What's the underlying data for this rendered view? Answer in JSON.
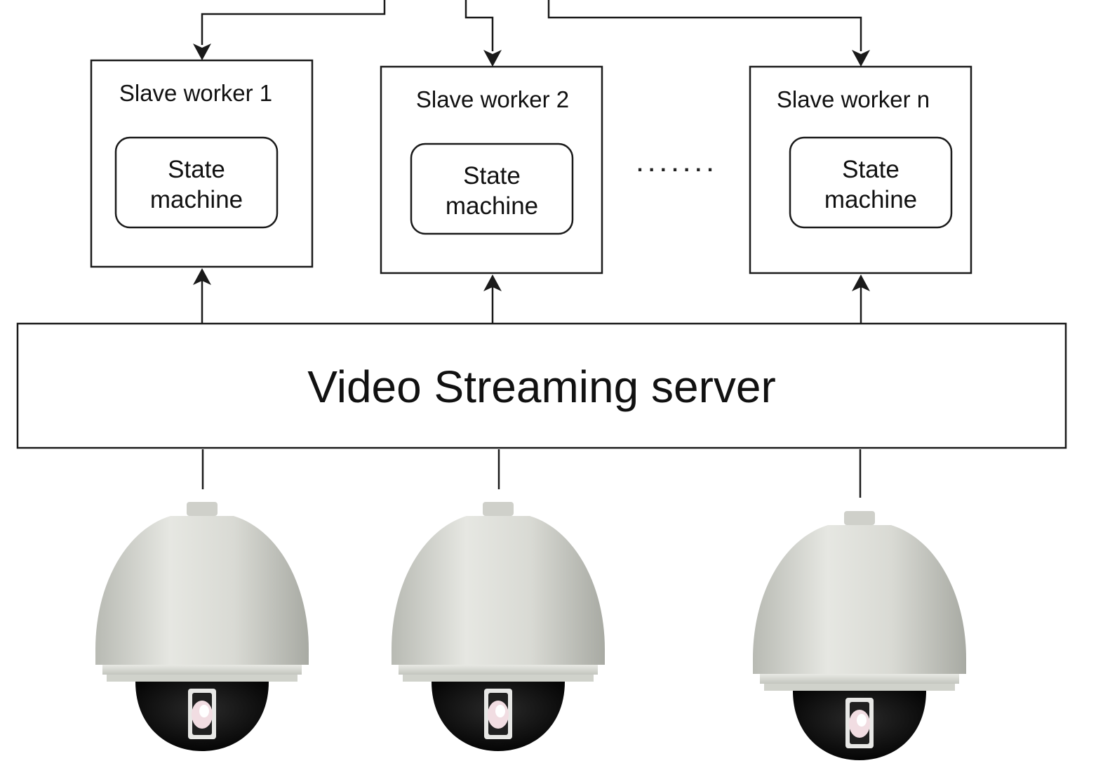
{
  "workers": [
    {
      "title": "Slave worker 1",
      "sm_line1": "State",
      "sm_line2": "machine"
    },
    {
      "title": "Slave worker 2",
      "sm_line1": "State",
      "sm_line2": "machine"
    },
    {
      "title": "Slave worker n",
      "sm_line1": "State",
      "sm_line2": "machine"
    }
  ],
  "ellipsis": ". . . . . . .",
  "server": {
    "label": "Video Streaming server"
  },
  "cameras": [
    {
      "icon": "dome-camera-icon"
    },
    {
      "icon": "dome-camera-icon"
    },
    {
      "icon": "dome-camera-icon"
    }
  ],
  "colors": {
    "line": "#1a1a1a",
    "camera_body": "#d4d6cf",
    "camera_lens": "#0b0b0b"
  }
}
